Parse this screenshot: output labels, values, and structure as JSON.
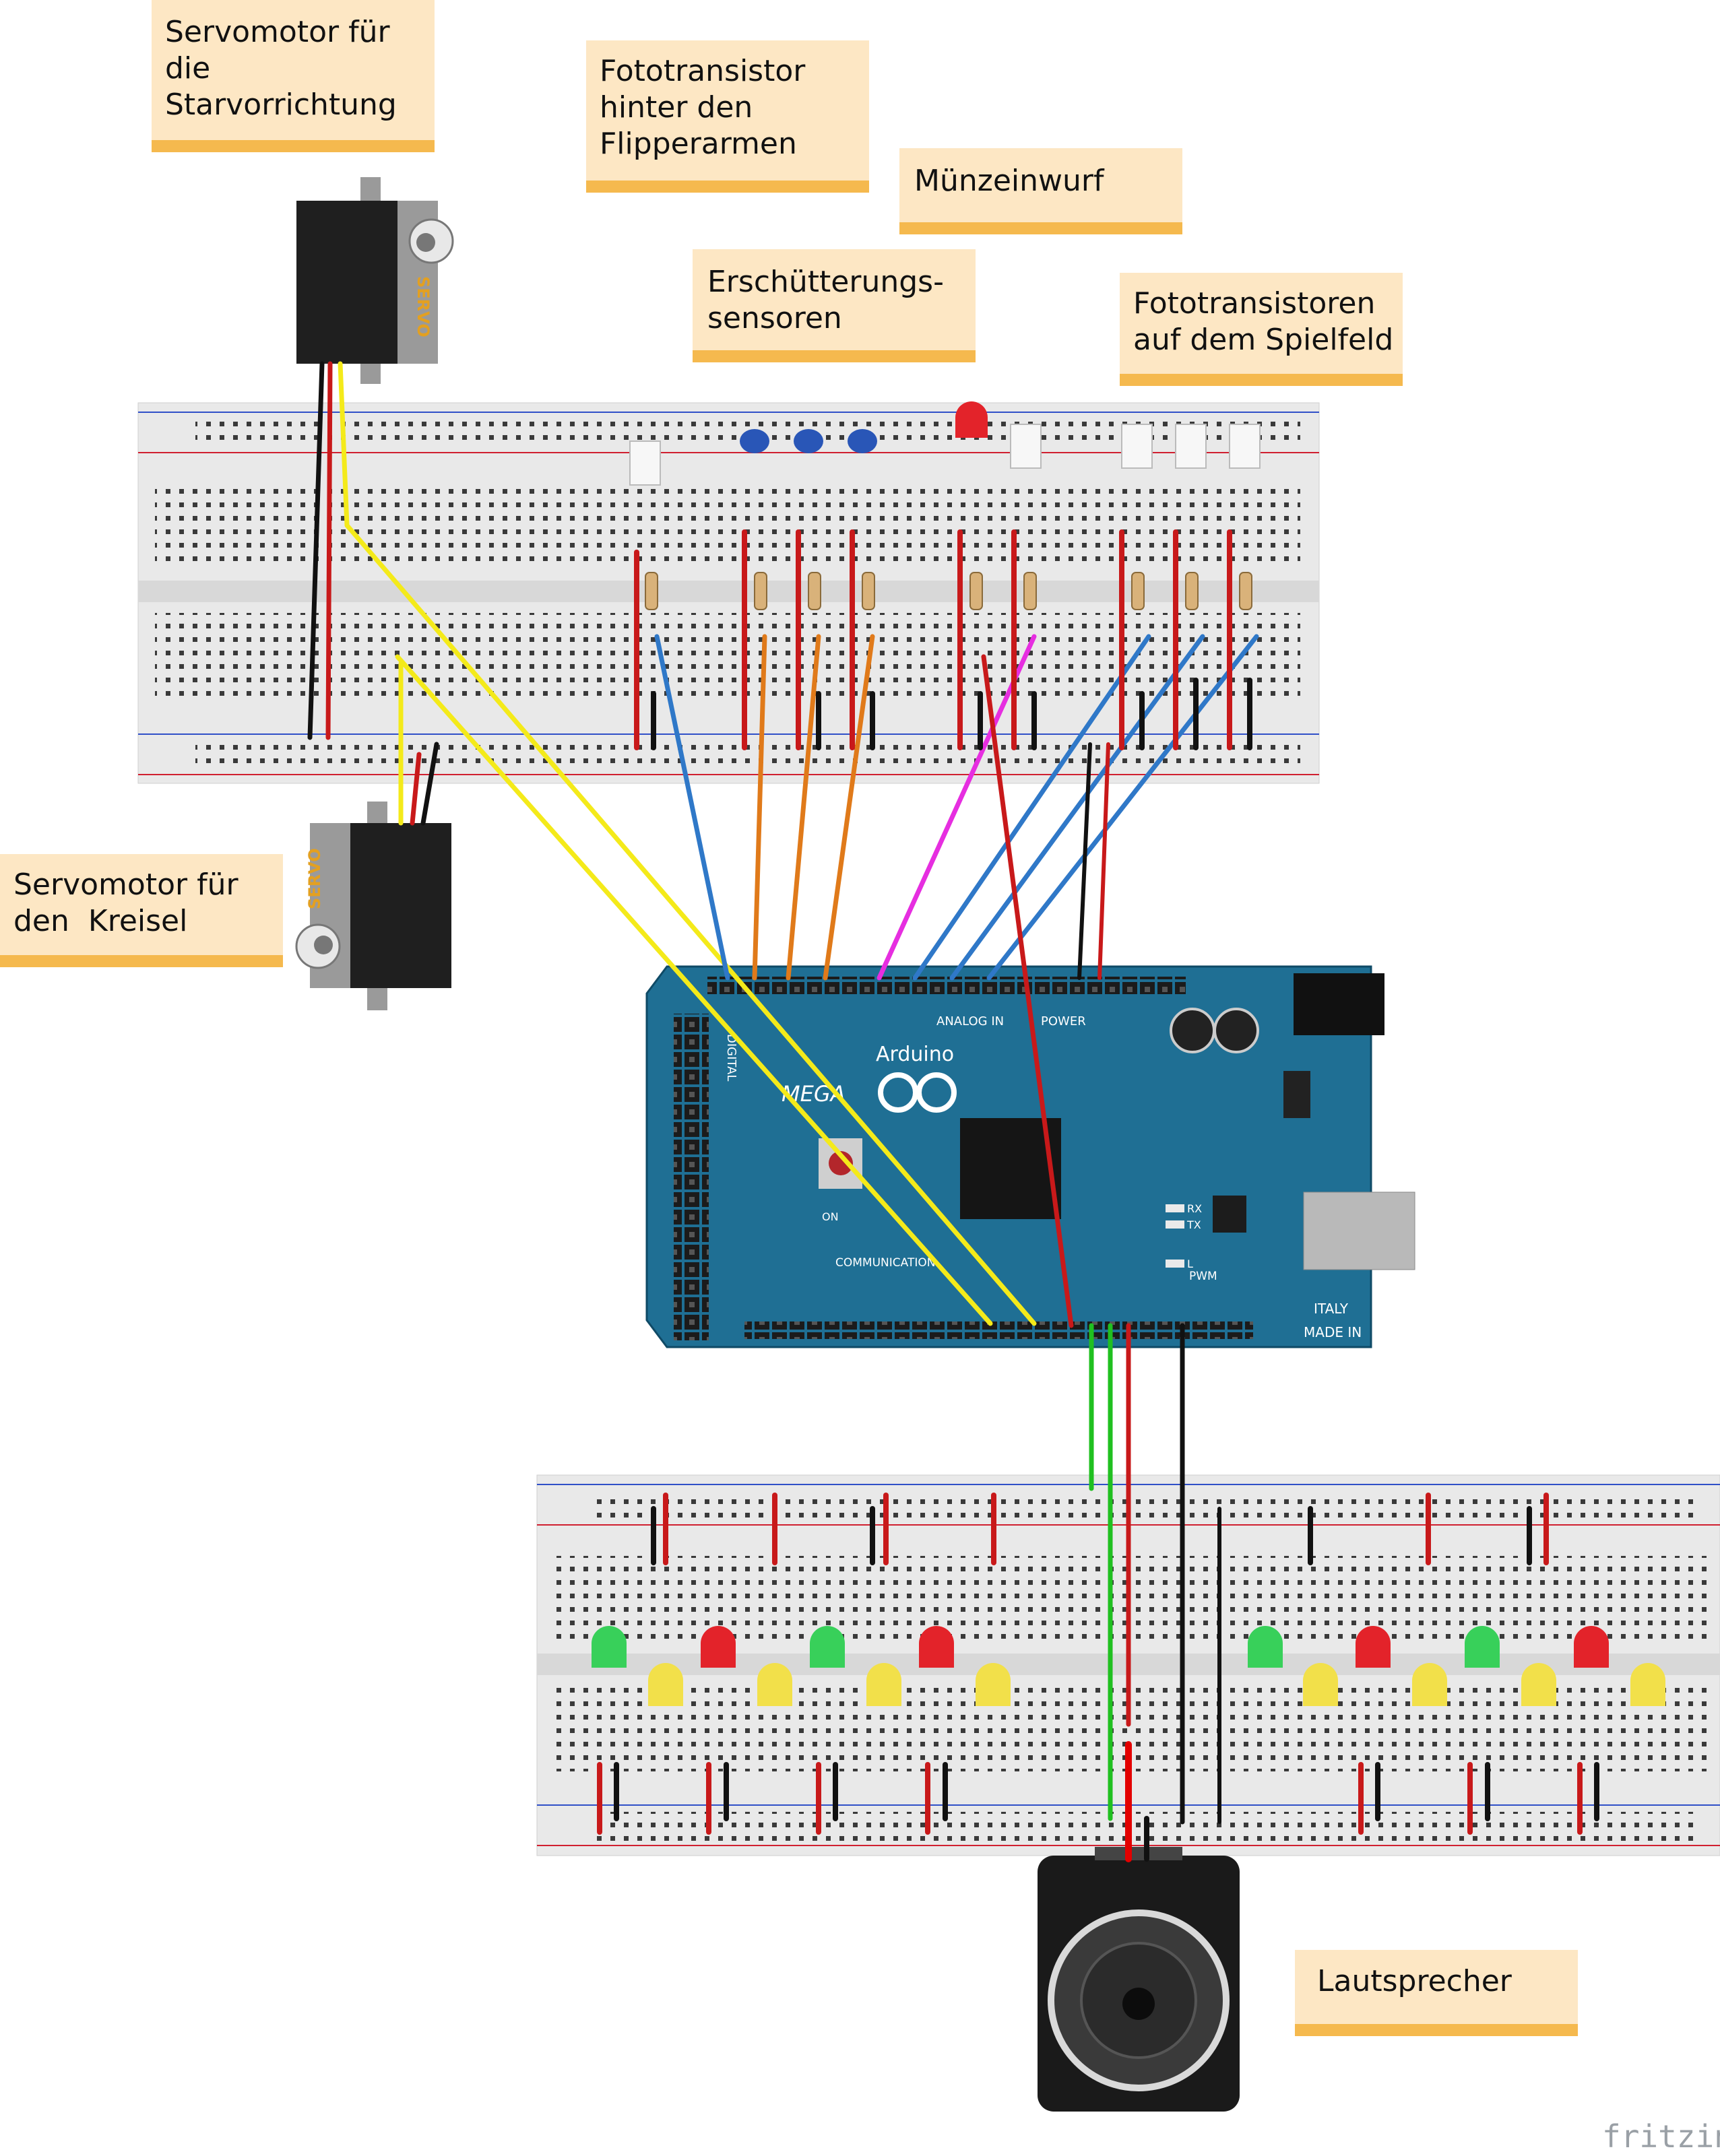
{
  "notes": {
    "servo_starter": [
      "Servomotor für",
      "die",
      "Starvorrichtung"
    ],
    "phototransistor_flippers": [
      "Fototransistor",
      "hinter den",
      "Flipperarmen"
    ],
    "coin_slot": [
      "Münzeinwurf"
    ],
    "shock_sensors": [
      "Erschütterungs-",
      "sensoren"
    ],
    "phototransistors_field": [
      "Fototransistoren",
      "auf dem Spielfeld"
    ],
    "servo_spinner": [
      "Servomotor für",
      "den  Kreisel"
    ],
    "speaker": [
      "Lautsprecher"
    ]
  },
  "components": {
    "servo_label": "SERVO",
    "arduino_brand": "Arduino",
    "arduino_model": "MEGA",
    "analog_in": "ANALOG IN",
    "power": "POWER",
    "digital": "DIGITAL",
    "communication": "COMMUNICATION",
    "pwm": "PWM",
    "made_in": "MADE IN",
    "italy": "ITALY",
    "on": "ON",
    "rx": "RX",
    "tx": "TX",
    "l": "L"
  },
  "watermark": "fritzing",
  "colors": {
    "note_fill": "#fde7c4",
    "note_strip": "#f5b94e",
    "breadboard": "#e9e9e9",
    "arduino": "#1f6f94",
    "wire_yellow": "#f4ea1a",
    "wire_blue": "#2f78c8",
    "wire_orange": "#e07a1a",
    "wire_magenta": "#e62ee0",
    "wire_red": "#c8191a",
    "wire_black": "#111111",
    "wire_green": "#20c020",
    "led_green": "#38d05a",
    "led_red": "#e3232a",
    "led_yellow": "#f2e04a"
  }
}
